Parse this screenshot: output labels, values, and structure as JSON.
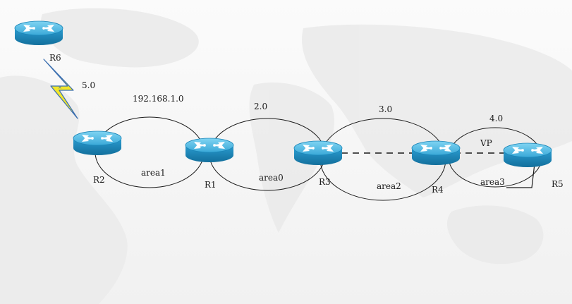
{
  "routers": [
    {
      "id": "r6",
      "label": "R6"
    },
    {
      "id": "r2",
      "label": "R2"
    },
    {
      "id": "r1",
      "label": "R1"
    },
    {
      "id": "r3",
      "label": "R3"
    },
    {
      "id": "r4",
      "label": "R4"
    },
    {
      "id": "r5",
      "label": "R5"
    }
  ],
  "networks": {
    "serial_r6_r2": "5.0",
    "r2_r1": "192.168.1.0",
    "r1_r3": "2.0",
    "r3_r4": "3.0",
    "r4_r5": "4.0"
  },
  "areas": {
    "r2_r1": "area1",
    "r1_r3": "area0",
    "r3_r4": "area2",
    "r4_r5": "area3"
  },
  "virtual_link_label": "VP",
  "colors": {
    "router_top": "#5cc0e8",
    "router_side": "#1f8fc0",
    "router_arrows": "#ffffff",
    "serial_bolt": "#f2e62a",
    "link_stroke": "#1a1a1a",
    "map_shade": "#ececec"
  }
}
